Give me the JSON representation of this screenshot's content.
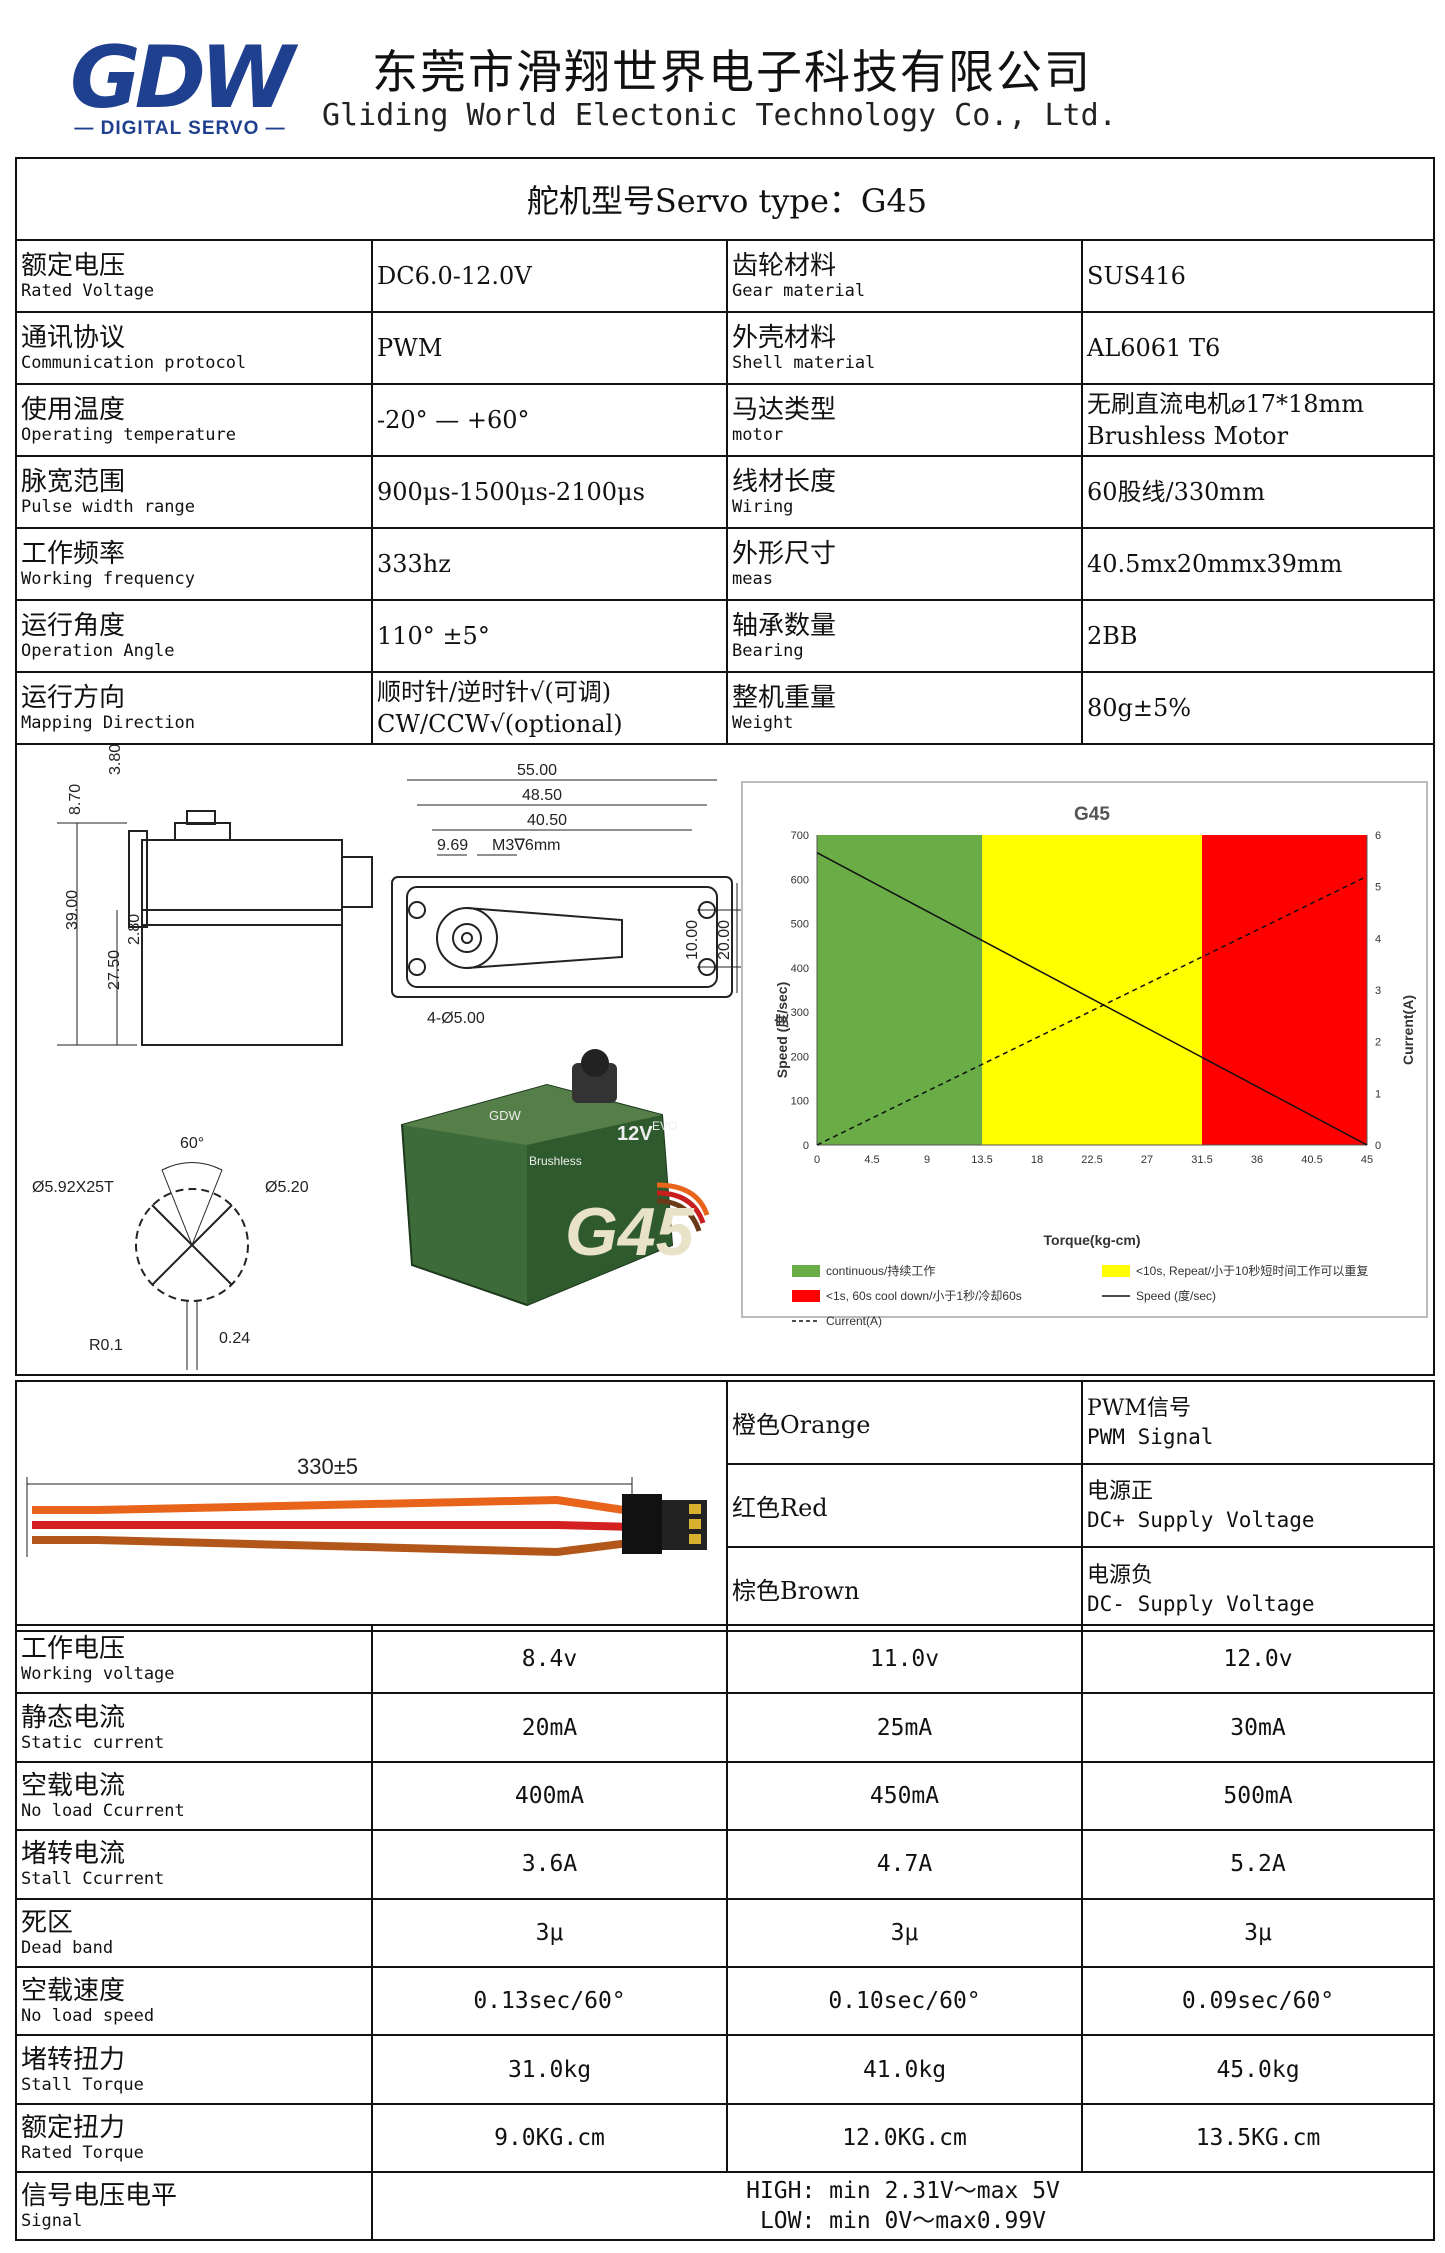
{
  "header": {
    "logo_text": "GDW",
    "logo_sub": "— DIGITAL SERVO —",
    "company_cn": "东莞市滑翔世界电子科技有限公司",
    "company_en": "Gliding World Electonic Technology Co., Ltd."
  },
  "title": "舵机型号Servo type：G45",
  "specs": [
    {
      "cn": "额定电压",
      "en": "Rated Voltage",
      "value": "DC6.0-12.0V",
      "cn2": "齿轮材料",
      "en2": "Gear material",
      "value2": "SUS416"
    },
    {
      "cn": "通讯协议",
      "en": "Communication protocol",
      "value": "PWM",
      "cn2": "外壳材料",
      "en2": "Shell material",
      "value2": "AL6061 T6"
    },
    {
      "cn": "使用温度",
      "en": "Operating temperature",
      "value": "-20° — +60°",
      "cn2": "马达类型",
      "en2": "motor",
      "value2": "无刷直流电机⌀17*18mm",
      "value2b": "Brushless Motor"
    },
    {
      "cn": "脉宽范围",
      "en": "Pulse width range",
      "value": "900μs-1500μs-2100μs",
      "cn2": "线材长度",
      "en2": "Wiring",
      "value2": "60股线/330mm"
    },
    {
      "cn": "工作频率",
      "en": "Working frequency",
      "value": "333hz",
      "cn2": "外形尺寸",
      "en2": "meas",
      "value2": "40.5mx20mmx39mm"
    },
    {
      "cn": "运行角度",
      "en": "Operation Angle",
      "value": "110° ±5°",
      "cn2": "轴承数量",
      "en2": "Bearing",
      "value2": "2BB"
    },
    {
      "cn": "运行方向",
      "en": "Mapping Direction",
      "value": "顺时针/逆时针√(可调)",
      "valueb": "CW/CCW√(optional)",
      "cn2": "整机重量",
      "en2": "Weight",
      "value2": "80g±5%"
    }
  ],
  "drawing": {
    "side_dims": [
      "3.80",
      "8.70",
      "39.00",
      "2.80",
      "27.50"
    ],
    "top_dims": [
      "55.00",
      "48.50",
      "40.50",
      "9.69",
      "M3∇6mm",
      "10.00",
      "20.00",
      "4-Ø5.00"
    ],
    "spline_dims": [
      "60°",
      "Ø5.92X25T",
      "Ø5.20",
      "R0.1",
      "0.24"
    ],
    "product_labels": [
      "GDW",
      "12V",
      "EVO",
      "Brushless",
      "G45"
    ]
  },
  "chart_data": {
    "type": "line",
    "title": "G45",
    "xlabel": "Torque(kg-cm)",
    "ylabel": "Speed (度/sec)",
    "y2label": "Current(A)",
    "x_ticks": [
      0,
      4.5,
      9,
      13.5,
      18,
      22.5,
      27,
      31.5,
      36,
      40.5,
      45
    ],
    "y_ticks": [
      0,
      100,
      200,
      300,
      400,
      500,
      600,
      700
    ],
    "y2_ticks": [
      0,
      1,
      2,
      3,
      4,
      5,
      6
    ],
    "xlim": [
      0,
      45
    ],
    "ylim": [
      0,
      700
    ],
    "y2lim": [
      0,
      6
    ],
    "bands": [
      {
        "from": 0,
        "to": 13.5,
        "color": "#6aac46"
      },
      {
        "from": 13.5,
        "to": 31.5,
        "color": "#ffff00"
      },
      {
        "from": 31.5,
        "to": 45,
        "color": "#ff0000"
      }
    ],
    "series": [
      {
        "name": "Speed (度/sec)",
        "axis": "left",
        "style": "solid",
        "x": [
          0,
          45
        ],
        "y": [
          660,
          0
        ]
      },
      {
        "name": "Current(A)",
        "axis": "right",
        "style": "dashed",
        "x": [
          0,
          45
        ],
        "y": [
          0,
          5.2
        ]
      }
    ],
    "legend": [
      {
        "label": "continuous/持续工作",
        "color": "#6aac46",
        "kind": "box"
      },
      {
        "label": "<10s, Repeat/小于10秒短时间工作可以重复",
        "color": "#ffff00",
        "kind": "box"
      },
      {
        "label": "<1s, 60s cool down/小于1秒/冷却60s",
        "color": "#ff0000",
        "kind": "box"
      },
      {
        "label": "Speed (度/sec)",
        "color": "#000000",
        "kind": "line"
      },
      {
        "label": "Current(A)",
        "color": "#000000",
        "kind": "dash"
      }
    ]
  },
  "wiring": {
    "length_label": "330±5",
    "rows": [
      {
        "color": "橙色Orange",
        "func_cn": "PWM信号",
        "func_en": "PWM Signal"
      },
      {
        "color": "红色Red",
        "func_cn": "电源正",
        "func_en": "DC+ Supply Voltage"
      },
      {
        "color": "棕色Brown",
        "func_cn": "电源负",
        "func_en": "DC- Supply Voltage"
      }
    ]
  },
  "perf": [
    {
      "cn": "工作电压",
      "en": "Working voltage",
      "v": [
        "8.4v",
        "11.0v",
        "12.0v"
      ]
    },
    {
      "cn": "静态电流",
      "en": "Static current",
      "v": [
        "20mA",
        "25mA",
        "30mA"
      ]
    },
    {
      "cn": "空载电流",
      "en": "No load Ccurrent",
      "v": [
        "400mA",
        "450mA",
        "500mA"
      ]
    },
    {
      "cn": "堵转电流",
      "en": "Stall Ccurrent",
      "v": [
        "3.6A",
        "4.7A",
        "5.2A"
      ]
    },
    {
      "cn": "死区",
      "en": "Dead band",
      "v": [
        "3μ",
        "3μ",
        "3μ"
      ]
    },
    {
      "cn": "空载速度",
      "en": "No load speed",
      "v": [
        "0.13sec/60°",
        "0.10sec/60°",
        "0.09sec/60°"
      ]
    },
    {
      "cn": "堵转扭力",
      "en": "Stall Torque",
      "v": [
        "31.0kg",
        "41.0kg",
        "45.0kg"
      ]
    },
    {
      "cn": "额定扭力",
      "en": "Rated Torque",
      "v": [
        "9.0KG.cm",
        "12.0KG.cm",
        "13.5KG.cm"
      ]
    }
  ],
  "signal": {
    "cn": "信号电压电平",
    "en": "Signal",
    "line1": "HIGH: min 2.31V～max 5V",
    "line2": "LOW: min 0V～max0.99V"
  }
}
